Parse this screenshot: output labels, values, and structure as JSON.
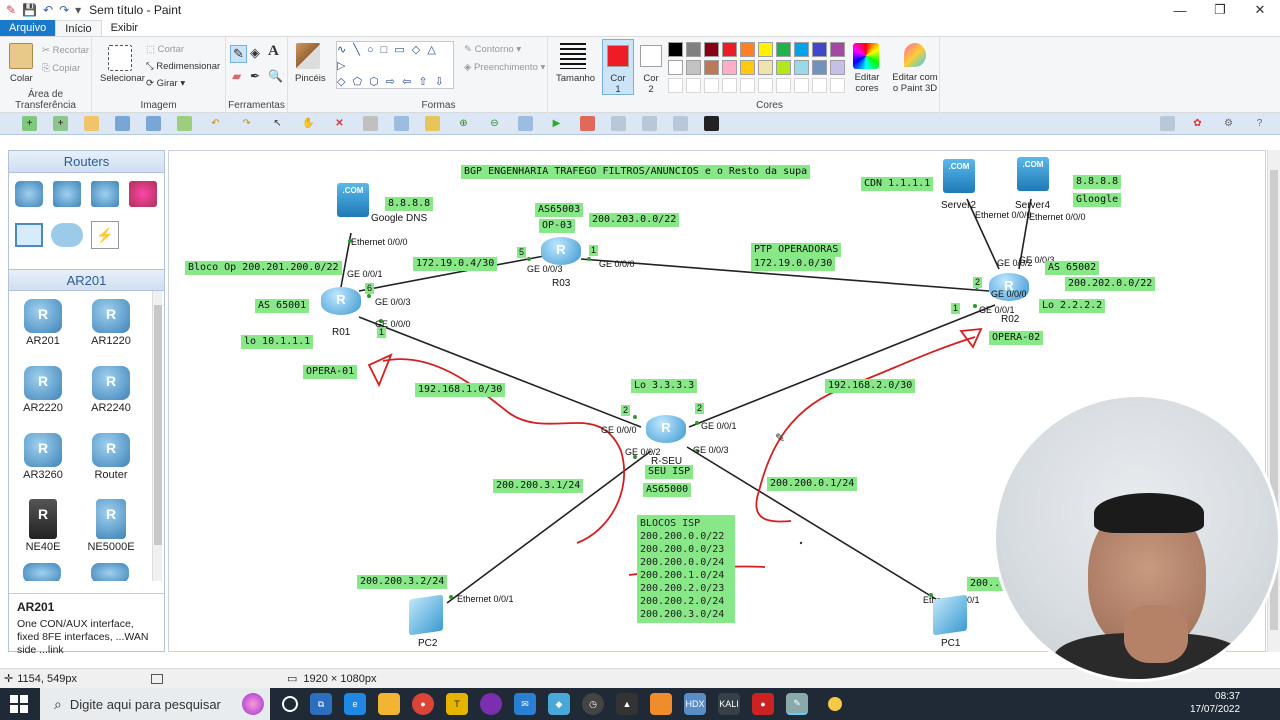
{
  "window": {
    "title": "Sem título - Paint"
  },
  "tabs": [
    {
      "label": "Arquivo"
    },
    {
      "label": "Início"
    },
    {
      "label": "Exibir"
    }
  ],
  "ribbon": {
    "clipboard": {
      "paste": "Colar",
      "cut": "Recortar",
      "copy": "Copiar",
      "group": "Área de Transferência"
    },
    "image": {
      "select": "Selecionar",
      "crop": "Cortar",
      "resize": "Redimensionar",
      "rotate": "Girar",
      "group": "Imagem"
    },
    "tools": {
      "group": "Ferramentas"
    },
    "brushes": {
      "label": "Pincéis"
    },
    "shapes": {
      "outline": "Contorno",
      "fill": "Preenchimento",
      "group": "Formas"
    },
    "size": {
      "label": "Tamanho"
    },
    "colors": {
      "color1": "Cor 1",
      "color2": "Cor 2",
      "edit": "Editar cores",
      "paint3d": "Editar com o Paint 3D",
      "group": "Cores",
      "active1": "#ee1c24",
      "active2": "#ffffff",
      "palette": [
        "#000000",
        "#7f7f7f",
        "#880015",
        "#ed1c24",
        "#ff7f27",
        "#fff200",
        "#22b14c",
        "#00a2e8",
        "#3f48cc",
        "#a349a4",
        "#ffffff",
        "#c3c3c3",
        "#b97a57",
        "#ffaec9",
        "#ffc90e",
        "#efe4b0",
        "#b5e61d",
        "#99d9ea",
        "#7092be",
        "#c8bfe7"
      ]
    }
  },
  "sidebar": {
    "routers_header": "Routers",
    "ar_header": "AR201",
    "devices": [
      {
        "label": "AR201"
      },
      {
        "label": "AR1220"
      },
      {
        "label": "AR2220"
      },
      {
        "label": "AR2240"
      },
      {
        "label": "AR3260"
      },
      {
        "label": "Router"
      },
      {
        "label": "NE40E"
      },
      {
        "label": "NE5000E"
      }
    ],
    "info_title": "AR201",
    "info_text": "One CON/AUX interface, fixed 8FE interfaces, ...WAN side ...link"
  },
  "diagram": {
    "title": "BGP ENGENHARIA TRAFEGO FILTROS/ANUNCIOS e o Resto da supa",
    "labels": {
      "google_ip": "8.8.8.8",
      "google_name": "Google DNS",
      "eth_google": "Ethernet 0/0/0",
      "bloco": "Bloco Op 200.201.200.0/22",
      "r01_ge001": "GE 0/0/1",
      "r01_ge003": "GE 0/0/3",
      "r01_ge000": "GE 0/0/0",
      "as65001": "AS 65001",
      "lo_r01": "lo 10.1.1.1",
      "r01": "R01",
      "opera01": "OPERA-01",
      "net_r01_r03": "172.19.0.4/30",
      "as65003": "AS65003",
      "op03": "OP-03",
      "net_op03": "200.203.0.0/22",
      "r03_ge003": "GE 0/0/3",
      "r03_ge000": "GE 0/0/0",
      "r03": "R03",
      "ptp": "PTP OPERADORAS",
      "ptp_net": "172.19.0.0/30",
      "cdn": "CDN 1.1.1.1",
      "server2": "Server2",
      "server4": "Server4",
      "eth_s2": "Ethernet 0/0/0",
      "eth_s4": "Ethernet 0/0/0",
      "right_ip": "8.8.8.8",
      "gloogle": "Gloogle",
      "r02_ge002": "GE 0/0/2",
      "r02_ge003": "GE 0/0/3",
      "as65002": "AS 65002",
      "net_r02": "200.202.0.0/22",
      "r02_ge000": "GE 0/0/0",
      "r02_ge001": "GE 0/0/1",
      "lo_r02": "Lo 2.2.2.2",
      "r02": "R02",
      "opera02": "OPERA-02",
      "lo_seu": "Lo 3.3.3.3",
      "net_r01_seu": "192.168.1.0/30",
      "net_r02_seu": "192.168.2.0/30",
      "seu_ge000": "GE 0/0/0",
      "seu_ge001": "GE 0/0/1",
      "seu_ge002": "GE 0/0/2",
      "seu_ge003": "GE 0/0/3",
      "rseu": "R-SEU",
      "seu_isp": "SEU ISP",
      "as65000": "AS65000",
      "net_pc2_gw": "200.200.3.1/24",
      "net_pc1_gw": "200.200.0.1/24",
      "pc2_ip": "200.200.3.2/24",
      "eth_pc2": "Ethernet 0/0/1",
      "pc2": "PC2",
      "pc1_ip": "200...",
      "eth_pc1": "Ethernet 0/0/1",
      "pc1": "PC1",
      "n6": "6",
      "n1_r01": "1",
      "n5": "5",
      "n1_r03": "1",
      "n2_r02": "2",
      "n1_r02": "1",
      "n2_seu_l": "2",
      "n2_seu_r": "2"
    },
    "blocos": [
      "BLOCOS ISP",
      "200.200.0.0/22",
      "200.200.0.0/23",
      "200.200.0.0/24",
      "200.200.1.0/24",
      "200.200.2.0/23",
      "200.200.2.0/24",
      "200.200.3.0/24"
    ]
  },
  "status": {
    "cursor": "1154, 549px",
    "size": "1920 × 1080px"
  },
  "taskbar": {
    "search_placeholder": "Digite aqui para pesquisar",
    "time": "08:37",
    "date": "17/07/2022"
  }
}
